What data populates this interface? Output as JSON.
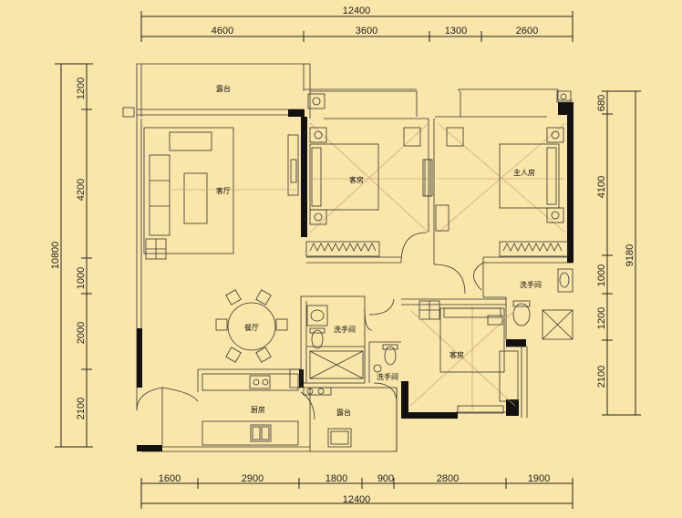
{
  "dimensions": {
    "top_total": "12400",
    "top_segments": [
      "4600",
      "3600",
      "1300",
      "2600"
    ],
    "bottom_total": "12400",
    "bottom_segments": [
      "1600",
      "2900",
      "1800",
      "900",
      "2800",
      "1900"
    ],
    "left_total": "10800",
    "left_segments": [
      "1200",
      "4200",
      "1000",
      "2000",
      "2100"
    ],
    "right_total": "9180",
    "right_segments": [
      "680",
      "4100",
      "1000",
      "1200",
      "2100"
    ]
  },
  "rooms": {
    "terrace_top": "露台",
    "living_room": "客厅",
    "bedroom_left": "客房",
    "master_bedroom": "主人房",
    "dining_room": "餐厅",
    "bathroom_center": "洗手间",
    "bathroom_right": "洗手间",
    "bathroom_small": "洗手间",
    "bedroom_bottom": "客房",
    "kitchen": "厨房",
    "terrace_bottom": "露台"
  },
  "colors": {
    "background": "#fae6a9",
    "wall": "#111111",
    "line": "#222222"
  }
}
